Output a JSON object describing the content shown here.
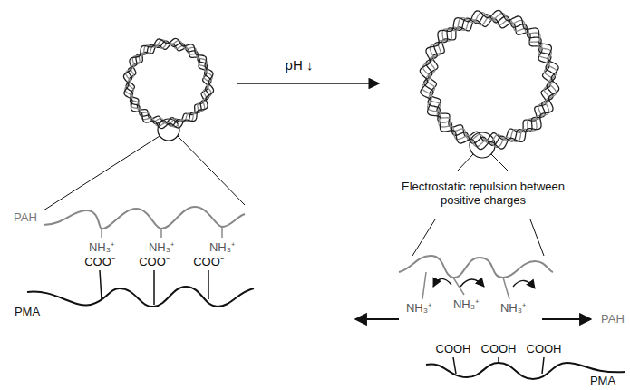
{
  "diagram": {
    "labels": [
      "pH ↓",
      "PAH",
      "NH₃⁺",
      "NH₃⁺",
      "NH₃⁺",
      "COO⁻",
      "COO⁻",
      "COO⁻",
      "PMA",
      "Electrostatic repulsion between positive charges",
      "NH₃⁺",
      "NH₃⁺",
      "NH₃⁺",
      "PAH",
      "COOH",
      "COOH",
      "COOH",
      "PMA"
    ]
  }
}
